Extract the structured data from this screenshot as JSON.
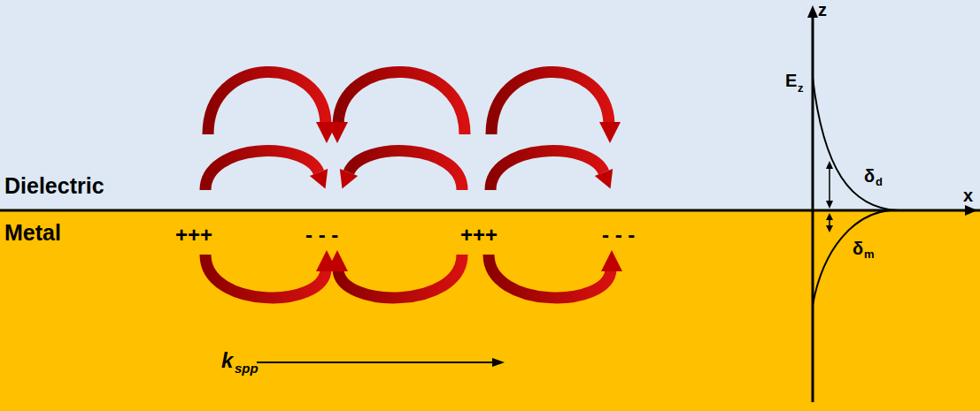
{
  "diagram": {
    "labels": [
      "Dielectric",
      "Metal",
      "+++",
      "- - -",
      "+++",
      "- - -",
      "k",
      "spp",
      "z",
      "E",
      "z",
      "δ",
      "d",
      "δ",
      "m",
      "x"
    ]
  }
}
